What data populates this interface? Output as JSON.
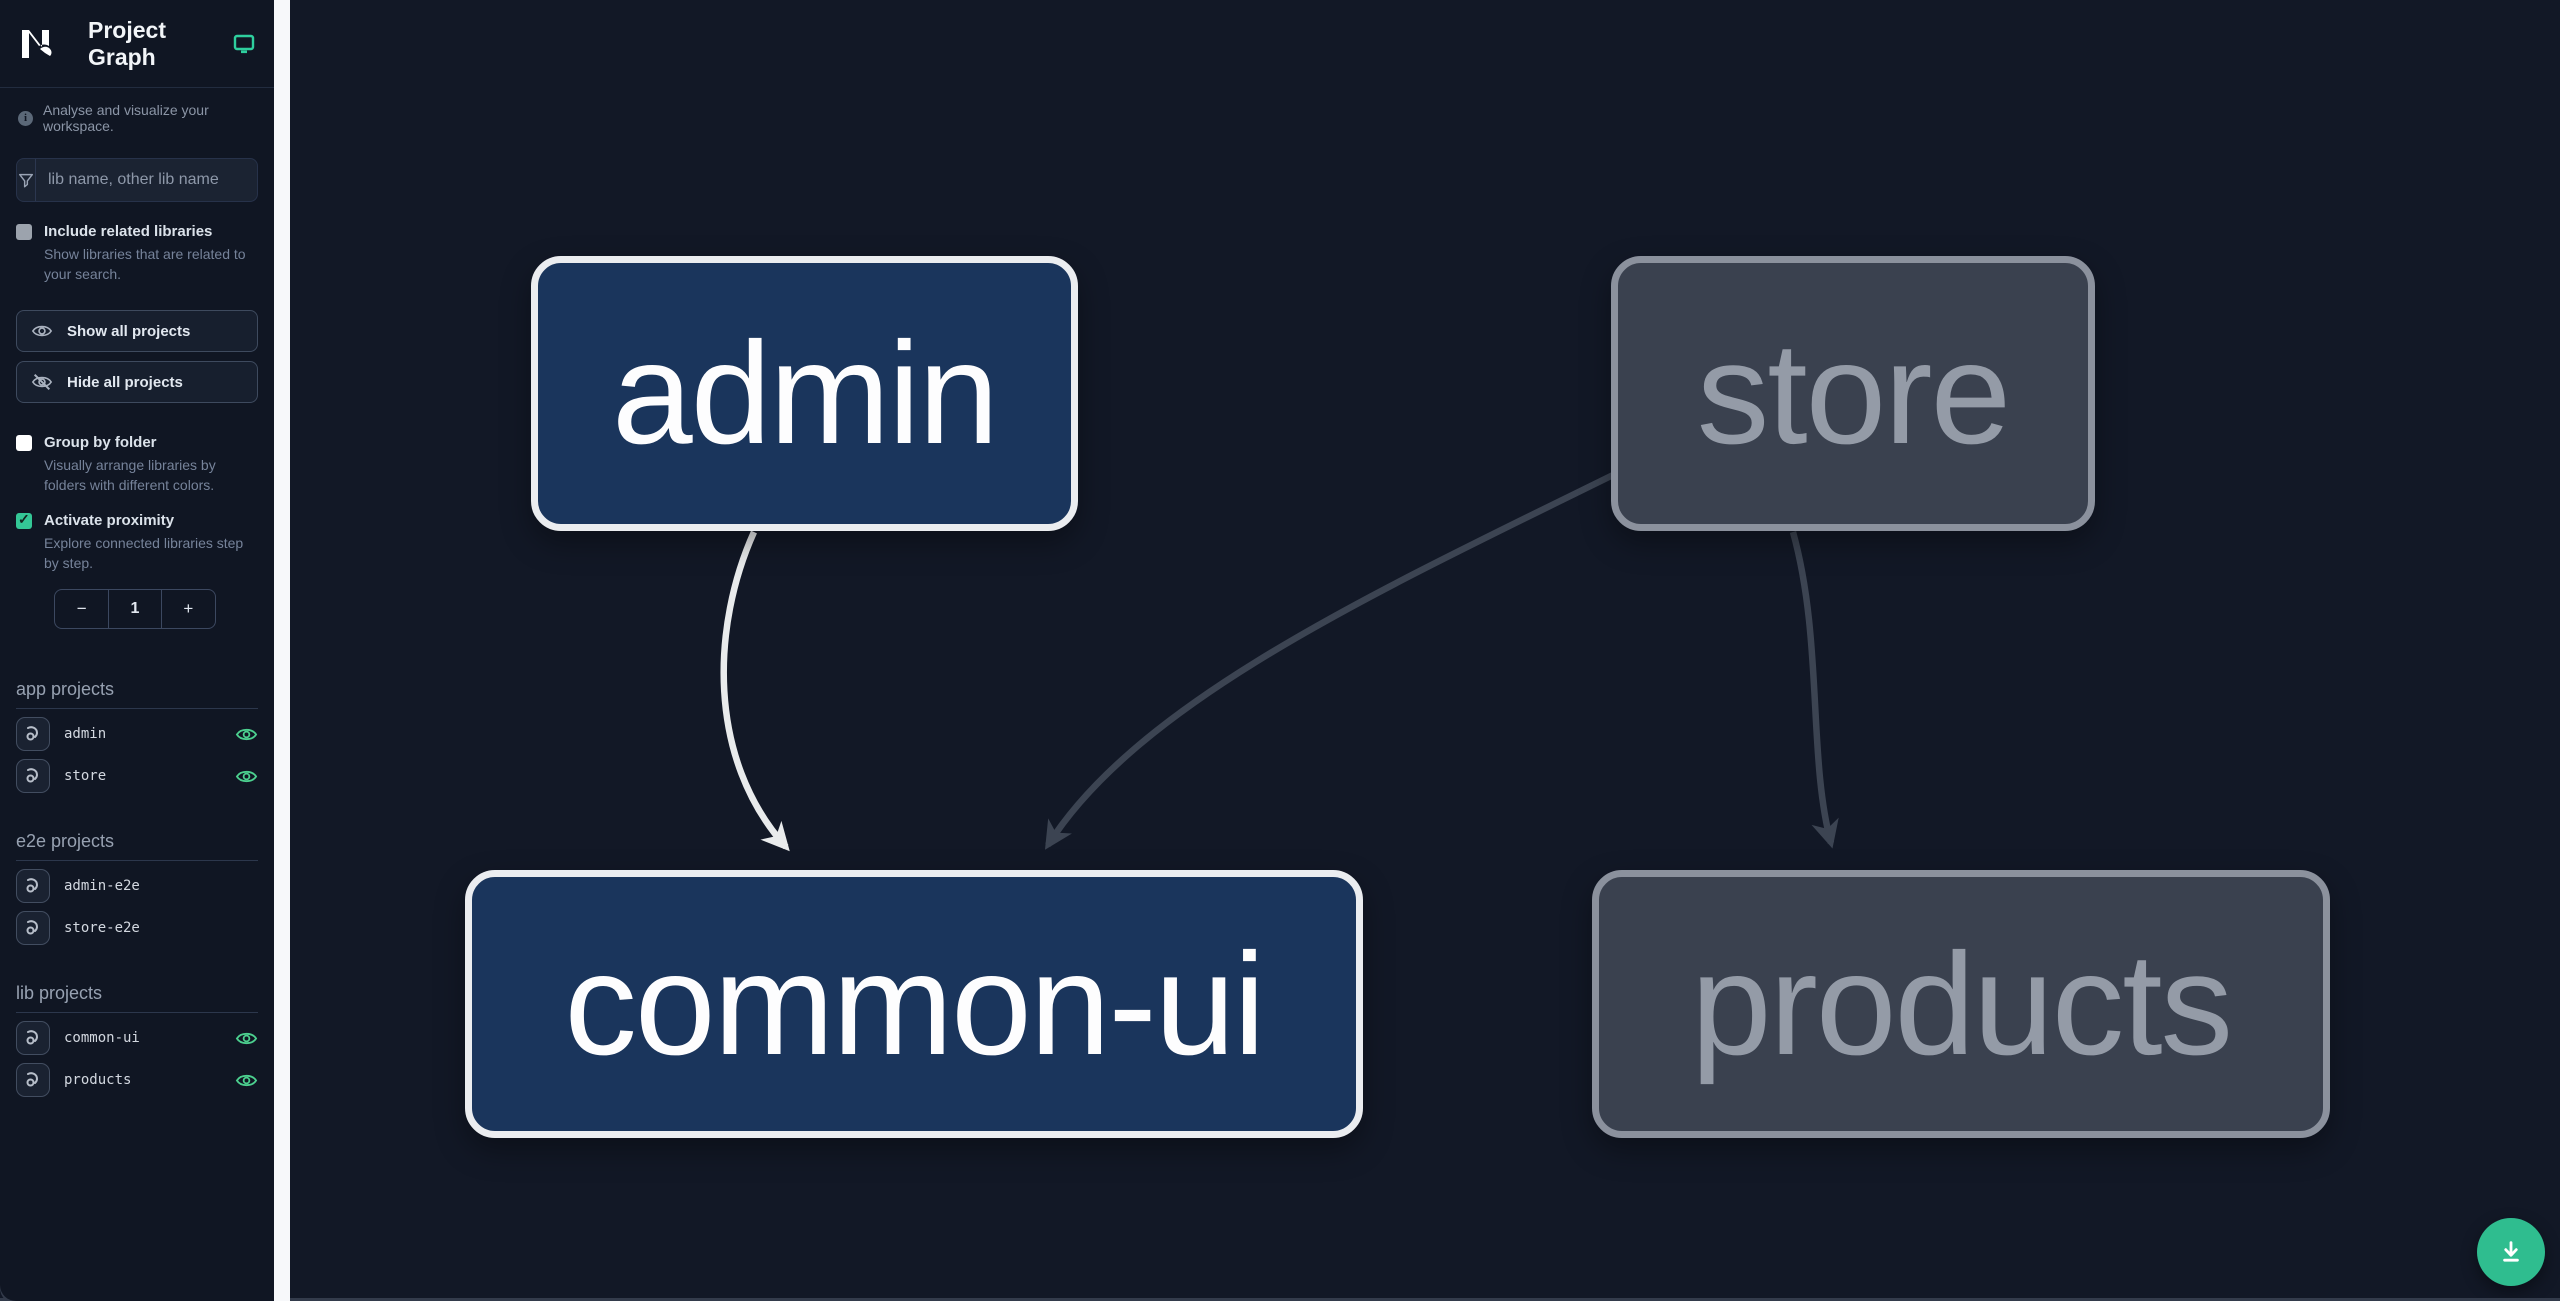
{
  "header": {
    "logo": "Nx",
    "title": "Project Graph",
    "monitor_icon": "monitor-icon"
  },
  "sidebar": {
    "tagline": "Analyse and visualize your workspace.",
    "search_placeholder": "lib name, other lib name",
    "include_related": {
      "label": "Include related libraries",
      "description": "Show libraries that are related to your search.",
      "checked": false
    },
    "show_all_label": "Show all projects",
    "hide_all_label": "Hide all projects",
    "group_by_folder": {
      "label": "Group by folder",
      "description": "Visually arrange libraries by folders with different colors.",
      "checked": false
    },
    "activate_proximity": {
      "label": "Activate proximity",
      "description": "Explore connected libraries step by step.",
      "checked": true
    },
    "stepper": {
      "decrement": "−",
      "value": "1",
      "increment": "+"
    },
    "sections": [
      {
        "title": "app projects",
        "items": [
          {
            "name": "admin",
            "eye_visible": true
          },
          {
            "name": "store",
            "eye_visible": true
          }
        ]
      },
      {
        "title": "e2e projects",
        "items": [
          {
            "name": "admin-e2e",
            "eye_visible": false
          },
          {
            "name": "store-e2e",
            "eye_visible": false
          }
        ]
      },
      {
        "title": "lib projects",
        "items": [
          {
            "name": "common-ui",
            "eye_visible": true
          },
          {
            "name": "products",
            "eye_visible": true
          }
        ]
      }
    ]
  },
  "graph": {
    "nodes": [
      {
        "label": "admin",
        "state": "focused"
      },
      {
        "label": "store",
        "state": "dimmed"
      },
      {
        "label": "common-ui",
        "state": "focused"
      },
      {
        "label": "products",
        "state": "dimmed"
      }
    ],
    "edges": [
      {
        "from": "admin",
        "to": "common-ui",
        "state": "focused"
      },
      {
        "from": "store",
        "to": "common-ui",
        "state": "dimmed"
      },
      {
        "from": "store",
        "to": "products",
        "state": "dimmed"
      }
    ]
  },
  "fab": {
    "icon": "download-icon"
  },
  "colors": {
    "accent_green": "#2fbd8f",
    "eye_green": "#4cd08f",
    "checkbox_teal": "#34c796",
    "node_focused_fill": "#1a355c",
    "node_focused_border": "#ebedf0",
    "node_dimmed_fill": "#3a414f",
    "node_dimmed_border": "#8b919d",
    "edge_focused": "#e9ebec",
    "edge_dimmed": "#3c4452",
    "canvas_bg": "#121826",
    "sidebar_bg": "#101623"
  }
}
